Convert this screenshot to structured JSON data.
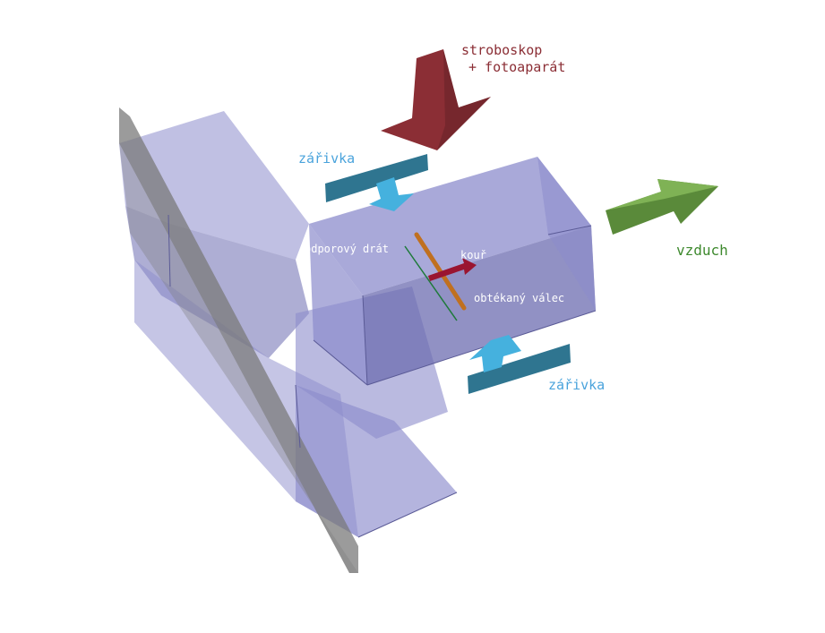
{
  "labels": {
    "stroboscope_line1": "stroboskop",
    "stroboscope_line2": "+ fotoaparát",
    "lamp_top": "zářivka",
    "lamp_bottom": "zářivka",
    "air": "vzduch",
    "wire": "odporový drát",
    "smoke": "kouř",
    "cylinder": "obtékaný válec"
  },
  "colors": {
    "duct_fill": "#8c8ccc",
    "duct_dark": "#6c6cb0",
    "duct_edge": "#5a5a96",
    "panel_gray": "#7a7a7a",
    "strobe_arrow": "#8b2e35",
    "air_arrow": "#5a8a3a",
    "air_arrow_light": "#7fb255",
    "lamp_body": "#2f7590",
    "lamp_arrow": "#45b1de",
    "wire_line": "#1e7a3a",
    "cylinder": "#c07020",
    "smoke_arrow": "#9a1530",
    "strobe_text": "#8b2e35",
    "lamp_text": "#4aa3dc",
    "air_text": "#3f8a2f"
  }
}
